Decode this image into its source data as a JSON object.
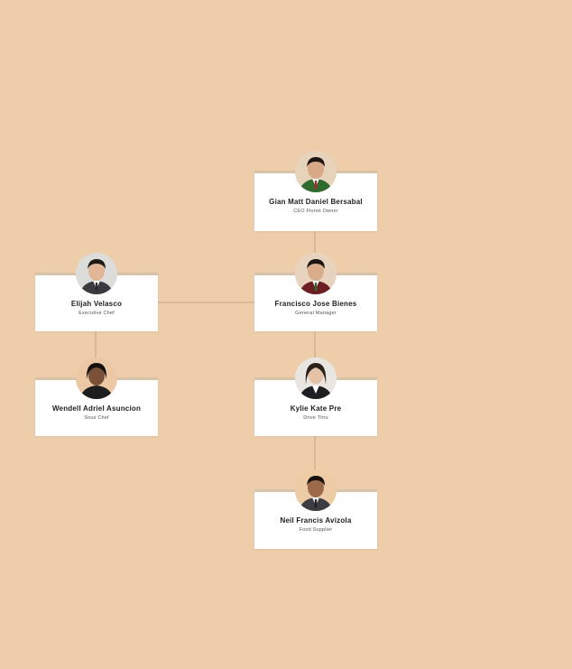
{
  "colors": {
    "background": "#EDCDAA",
    "card": "#FFFFFF",
    "card_accent": "#D7C3A8",
    "connector": "#C7A27E"
  },
  "nodes": {
    "ceo": {
      "name": "Gian Matt Daniel Bersabal",
      "role": "CEO Florist Owner",
      "avatar": "avatar-icon"
    },
    "gm": {
      "name": "Francisco Jose Bienes",
      "role": "General Manager",
      "avatar": "avatar-icon"
    },
    "exec_chef": {
      "name": "Elijah Velasco",
      "role": "Executive Chef",
      "avatar": "avatar-icon"
    },
    "sous_chef": {
      "name": "Wendell Adriel Asuncion",
      "role": "Sous Chef",
      "avatar": "avatar-icon"
    },
    "drive_thru": {
      "name": "Kylie Kate Pre",
      "role": "Drive Thru",
      "avatar": "avatar-icon"
    },
    "food_supplier": {
      "name": "Neil Francis Avizola",
      "role": "Food Supplier",
      "avatar": "avatar-icon"
    }
  }
}
